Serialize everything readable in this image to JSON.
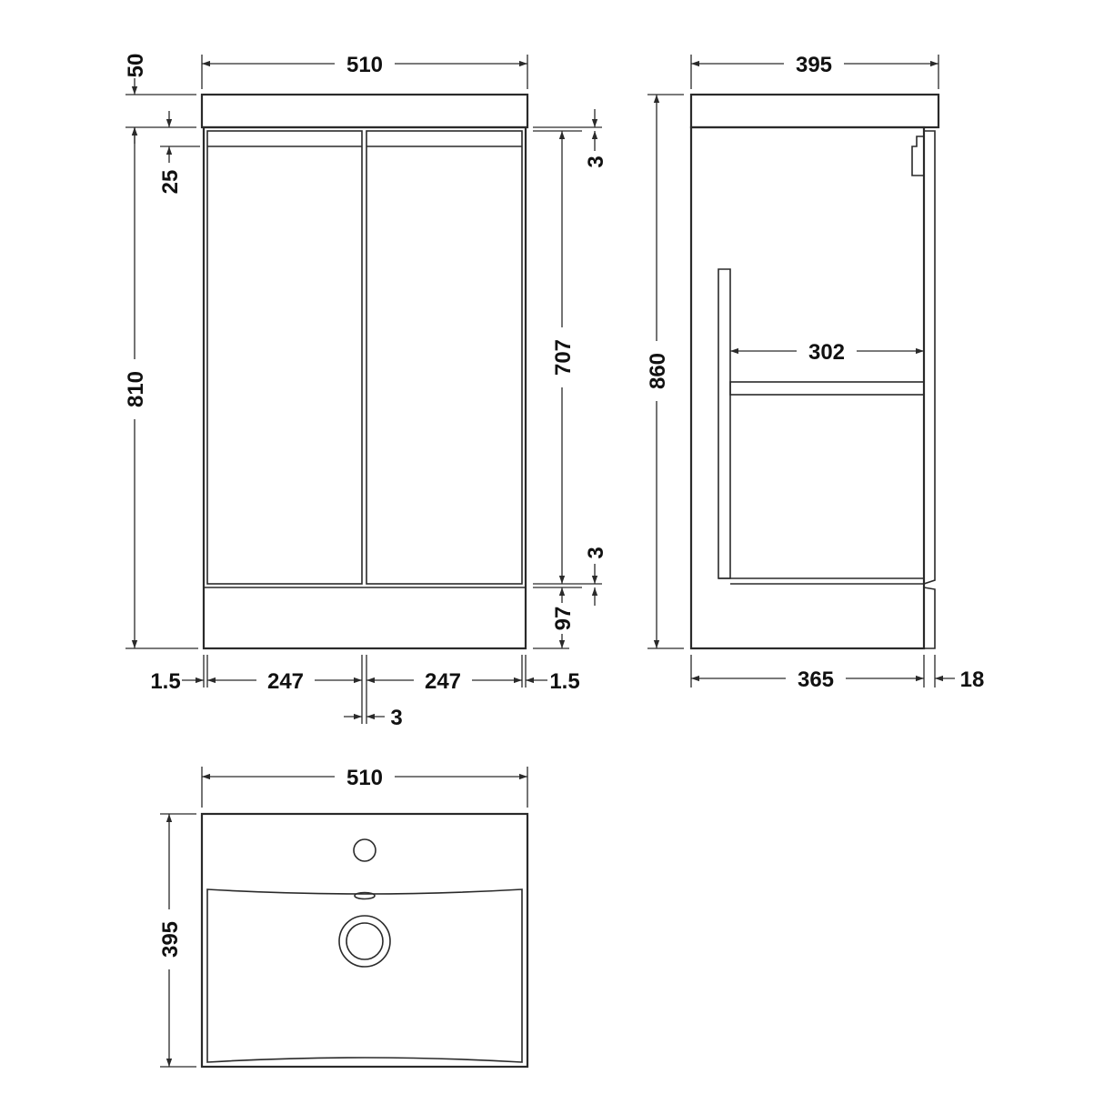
{
  "front_view": {
    "width": "510",
    "top_thickness": "50",
    "door_top_gap": "25",
    "body_height": "810",
    "door_height": "707",
    "top_gap": "3",
    "bottom_gap": "3",
    "plinth_height": "97",
    "left_margin": "1.5",
    "door_left_width": "247",
    "door_right_width": "247",
    "right_margin": "1.5",
    "center_gap": "3"
  },
  "side_view": {
    "depth": "395",
    "height": "860",
    "inner_depth": "302",
    "carcass_depth": "365",
    "door_thickness": "18"
  },
  "plan_view": {
    "width": "510",
    "depth": "395"
  }
}
